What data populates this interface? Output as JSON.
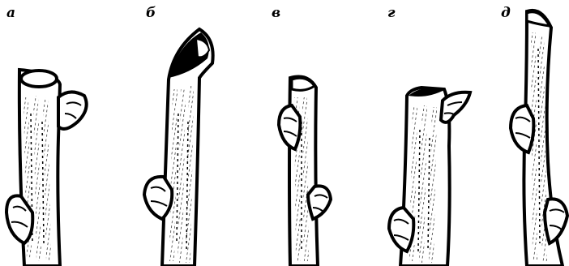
{
  "figure": {
    "panels": [
      {
        "label": "а"
      },
      {
        "label": "б"
      },
      {
        "label": "в"
      },
      {
        "label": "г"
      },
      {
        "label": "д"
      }
    ],
    "colors": {
      "ink": "#000000",
      "paper": "#ffffff"
    }
  }
}
